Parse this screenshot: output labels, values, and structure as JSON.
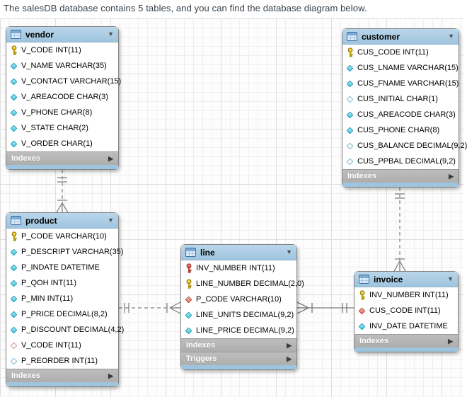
{
  "title": "The salesDB database contains 5 tables, and you can find the database diagram below.",
  "database_name": "salesDB",
  "table_count": 5,
  "tables": [
    {
      "name": "vendor",
      "columns": [
        {
          "icon": "key-primary",
          "label": "V_CODE INT(11)"
        },
        {
          "icon": "col-notnull",
          "label": "V_NAME VARCHAR(35)"
        },
        {
          "icon": "col-notnull",
          "label": "V_CONTACT VARCHAR(15)"
        },
        {
          "icon": "col-notnull",
          "label": "V_AREACODE CHAR(3)"
        },
        {
          "icon": "col-notnull",
          "label": "V_PHONE CHAR(8)"
        },
        {
          "icon": "col-notnull",
          "label": "V_STATE CHAR(2)"
        },
        {
          "icon": "col-notnull",
          "label": "V_ORDER CHAR(1)"
        }
      ],
      "footers": [
        "Indexes"
      ]
    },
    {
      "name": "customer",
      "columns": [
        {
          "icon": "key-primary",
          "label": "CUS_CODE INT(11)"
        },
        {
          "icon": "col-notnull",
          "label": "CUS_LNAME VARCHAR(15)"
        },
        {
          "icon": "col-notnull",
          "label": "CUS_FNAME VARCHAR(15)"
        },
        {
          "icon": "col-nullable",
          "label": "CUS_INITIAL CHAR(1)"
        },
        {
          "icon": "col-notnull",
          "label": "CUS_AREACODE CHAR(3)"
        },
        {
          "icon": "col-notnull",
          "label": "CUS_PHONE CHAR(8)"
        },
        {
          "icon": "col-nullable",
          "label": "CUS_BALANCE DECIMAL(9,2)"
        },
        {
          "icon": "col-nullable",
          "label": "CUS_PPBAL DECIMAL(9,2)"
        }
      ],
      "footers": [
        "Indexes"
      ]
    },
    {
      "name": "product",
      "columns": [
        {
          "icon": "key-primary",
          "label": "P_CODE VARCHAR(10)"
        },
        {
          "icon": "col-notnull",
          "label": "P_DESCRIPT VARCHAR(35)"
        },
        {
          "icon": "col-notnull",
          "label": "P_INDATE DATETIME"
        },
        {
          "icon": "col-notnull",
          "label": "P_QOH INT(11)"
        },
        {
          "icon": "col-notnull",
          "label": "P_MIN INT(11)"
        },
        {
          "icon": "col-notnull",
          "label": "P_PRICE DECIMAL(8,2)"
        },
        {
          "icon": "col-notnull",
          "label": "P_DISCOUNT DECIMAL(4,2)"
        },
        {
          "icon": "fk-nullable",
          "label": "V_CODE INT(11)"
        },
        {
          "icon": "col-nullable",
          "label": "P_REORDER INT(11)"
        }
      ],
      "footers": [
        "Indexes"
      ]
    },
    {
      "name": "line",
      "columns": [
        {
          "icon": "key-foreign",
          "label": "INV_NUMBER INT(11)"
        },
        {
          "icon": "key-primary",
          "label": "LINE_NUMBER DECIMAL(2,0)"
        },
        {
          "icon": "fk-notnull",
          "label": "P_CODE VARCHAR(10)"
        },
        {
          "icon": "col-notnull",
          "label": "LINE_UNITS DECIMAL(9,2)"
        },
        {
          "icon": "col-notnull",
          "label": "LINE_PRICE DECIMAL(9,2)"
        }
      ],
      "footers": [
        "Indexes",
        "Triggers"
      ]
    },
    {
      "name": "invoice",
      "columns": [
        {
          "icon": "key-primary",
          "label": "INV_NUMBER INT(11)"
        },
        {
          "icon": "fk-notnull",
          "label": "CUS_CODE INT(11)"
        },
        {
          "icon": "col-notnull",
          "label": "INV_DATE DATETIME"
        }
      ],
      "footers": [
        "Indexes"
      ]
    }
  ],
  "relationships": [
    {
      "from": "vendor",
      "to": "product",
      "type": "one-to-many",
      "line": "dashed"
    },
    {
      "from": "customer",
      "to": "invoice",
      "type": "one-to-many",
      "line": "dashed"
    },
    {
      "from": "product",
      "to": "line",
      "type": "one-to-many",
      "line": "dashed"
    },
    {
      "from": "invoice",
      "to": "line",
      "type": "one-to-many",
      "line": "solid"
    }
  ],
  "colors": {
    "table_header": "#a5c9e2",
    "table_footer": "#b4b4b4",
    "primary_key": "#e8c41c",
    "primary_foreign_key": "#dd5143",
    "attribute_notnull": "#35c3dc",
    "foreign_key": "#e06a58",
    "connector": "#7e7e7e",
    "grid_line": "#e9e9e9"
  }
}
